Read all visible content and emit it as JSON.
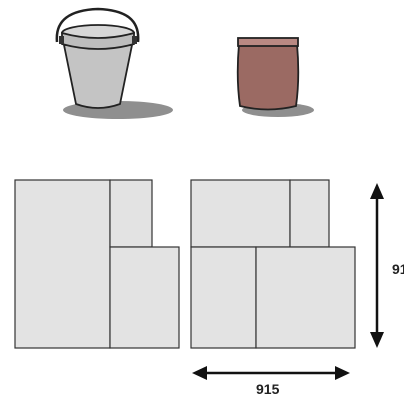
{
  "diagram": {
    "width_label": "915",
    "height_label": "91",
    "colors": {
      "bucket_body": "#c4c4c4",
      "bucket_rim": "#d7d7d7",
      "bag": "#9b6a63",
      "bag_top": "#b98983",
      "shadow": "#8f8f8f",
      "panel_fill": "#e3e3e3",
      "stroke": "#333333",
      "arrow": "#111111"
    },
    "icons": [
      "bucket-icon",
      "bag-icon",
      "double-arrow-horizontal",
      "double-arrow-vertical"
    ]
  }
}
